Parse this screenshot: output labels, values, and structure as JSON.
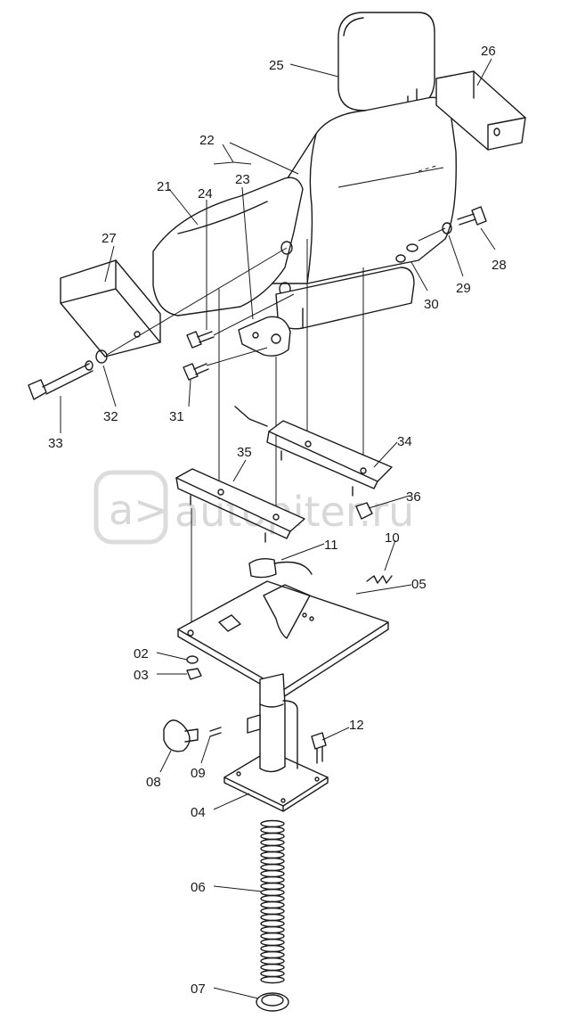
{
  "watermark": {
    "text": "autopiter.ru",
    "color": "#d6d6d6"
  },
  "parts": [
    {
      "id": "p02",
      "label": "02"
    },
    {
      "id": "p03",
      "label": "03"
    },
    {
      "id": "p04",
      "label": "04"
    },
    {
      "id": "p05",
      "label": "05"
    },
    {
      "id": "p06",
      "label": "06"
    },
    {
      "id": "p07",
      "label": "07"
    },
    {
      "id": "p08",
      "label": "08"
    },
    {
      "id": "p09",
      "label": "09"
    },
    {
      "id": "p10",
      "label": "10"
    },
    {
      "id": "p11",
      "label": "11"
    },
    {
      "id": "p12",
      "label": "12"
    },
    {
      "id": "p21",
      "label": "21"
    },
    {
      "id": "p22",
      "label": "22"
    },
    {
      "id": "p23",
      "label": "23"
    },
    {
      "id": "p24",
      "label": "24"
    },
    {
      "id": "p25",
      "label": "25"
    },
    {
      "id": "p26",
      "label": "26"
    },
    {
      "id": "p27",
      "label": "27"
    },
    {
      "id": "p28",
      "label": "28"
    },
    {
      "id": "p29",
      "label": "29"
    },
    {
      "id": "p30",
      "label": "30"
    },
    {
      "id": "p31",
      "label": "31"
    },
    {
      "id": "p32",
      "label": "32"
    },
    {
      "id": "p33",
      "label": "33"
    },
    {
      "id": "p34",
      "label": "34"
    },
    {
      "id": "p35",
      "label": "35"
    },
    {
      "id": "p36",
      "label": "36"
    }
  ]
}
